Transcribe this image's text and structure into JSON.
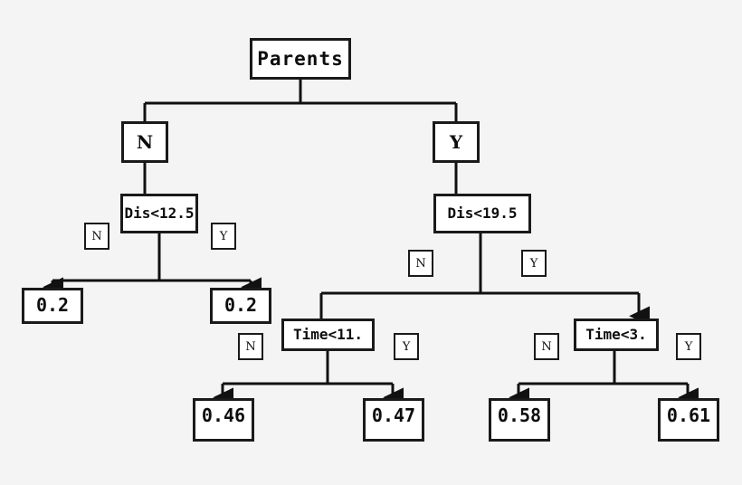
{
  "diagram": {
    "type": "decision-tree",
    "background_color": "#f4f4f4",
    "node_fill": "#ffffff",
    "stroke_color": "#1a1a1a",
    "root": {
      "label": "Parents"
    },
    "branches": [
      {
        "label": "N"
      },
      {
        "label": "Y"
      }
    ],
    "conditions": [
      {
        "label": "Dis<12.5"
      },
      {
        "label": "Dis<19.5"
      },
      {
        "label": "Time<11."
      },
      {
        "label": "Time<3."
      }
    ],
    "edge_labels": [
      {
        "label": "N"
      },
      {
        "label": "Y"
      },
      {
        "label": "N"
      },
      {
        "label": "Y"
      },
      {
        "label": "N"
      },
      {
        "label": "Y"
      },
      {
        "label": "N"
      },
      {
        "label": "Y"
      }
    ],
    "leaves": [
      {
        "value": "0.2"
      },
      {
        "value": "0.2"
      },
      {
        "value": "0.46"
      },
      {
        "value": "0.47"
      },
      {
        "value": "0.58"
      },
      {
        "value": "0.61"
      }
    ]
  }
}
